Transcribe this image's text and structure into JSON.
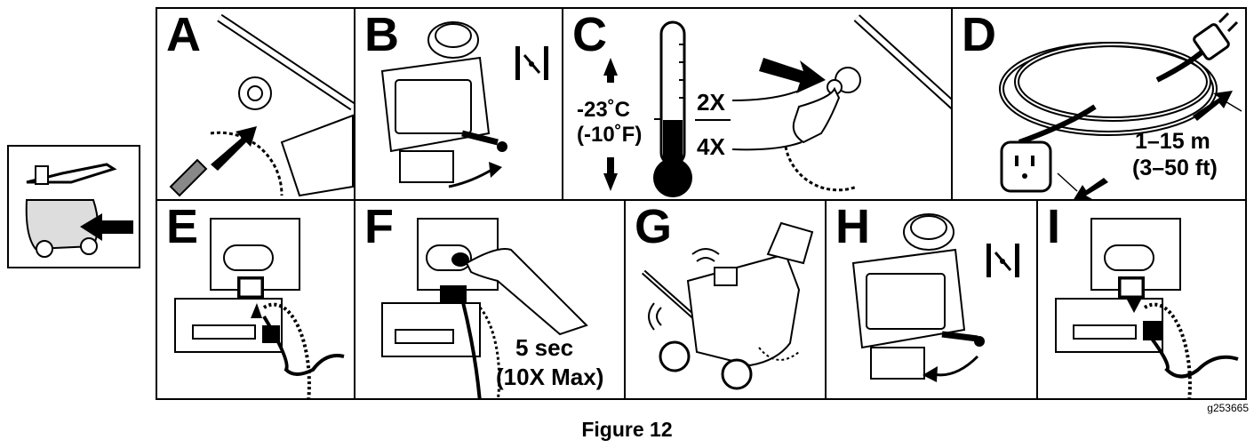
{
  "panels": {
    "A": {
      "letter": "A"
    },
    "B": {
      "letter": "B"
    },
    "C": {
      "letter": "C",
      "temp_c": "-23˚C",
      "temp_f": "(-10˚F)",
      "low": "2X",
      "high": "4X"
    },
    "D": {
      "letter": "D",
      "length_m": "1–15 m",
      "length_ft": "(3–50 ft)"
    },
    "E": {
      "letter": "E"
    },
    "F": {
      "letter": "F",
      "duration": "5 sec",
      "max": "(10X Max)"
    },
    "G": {
      "letter": "G"
    },
    "H": {
      "letter": "H"
    },
    "I": {
      "letter": "I"
    }
  },
  "figure_code": "g253665",
  "caption": "Figure 12",
  "icons": [
    "snowblower-overview-icon",
    "choke-handle-icon",
    "choke-symbol-icon",
    "thermometer-icon",
    "primer-button-icon",
    "extension-cord-icon",
    "plug-icon",
    "electric-start-button-icon",
    "running-snowblower-icon"
  ]
}
